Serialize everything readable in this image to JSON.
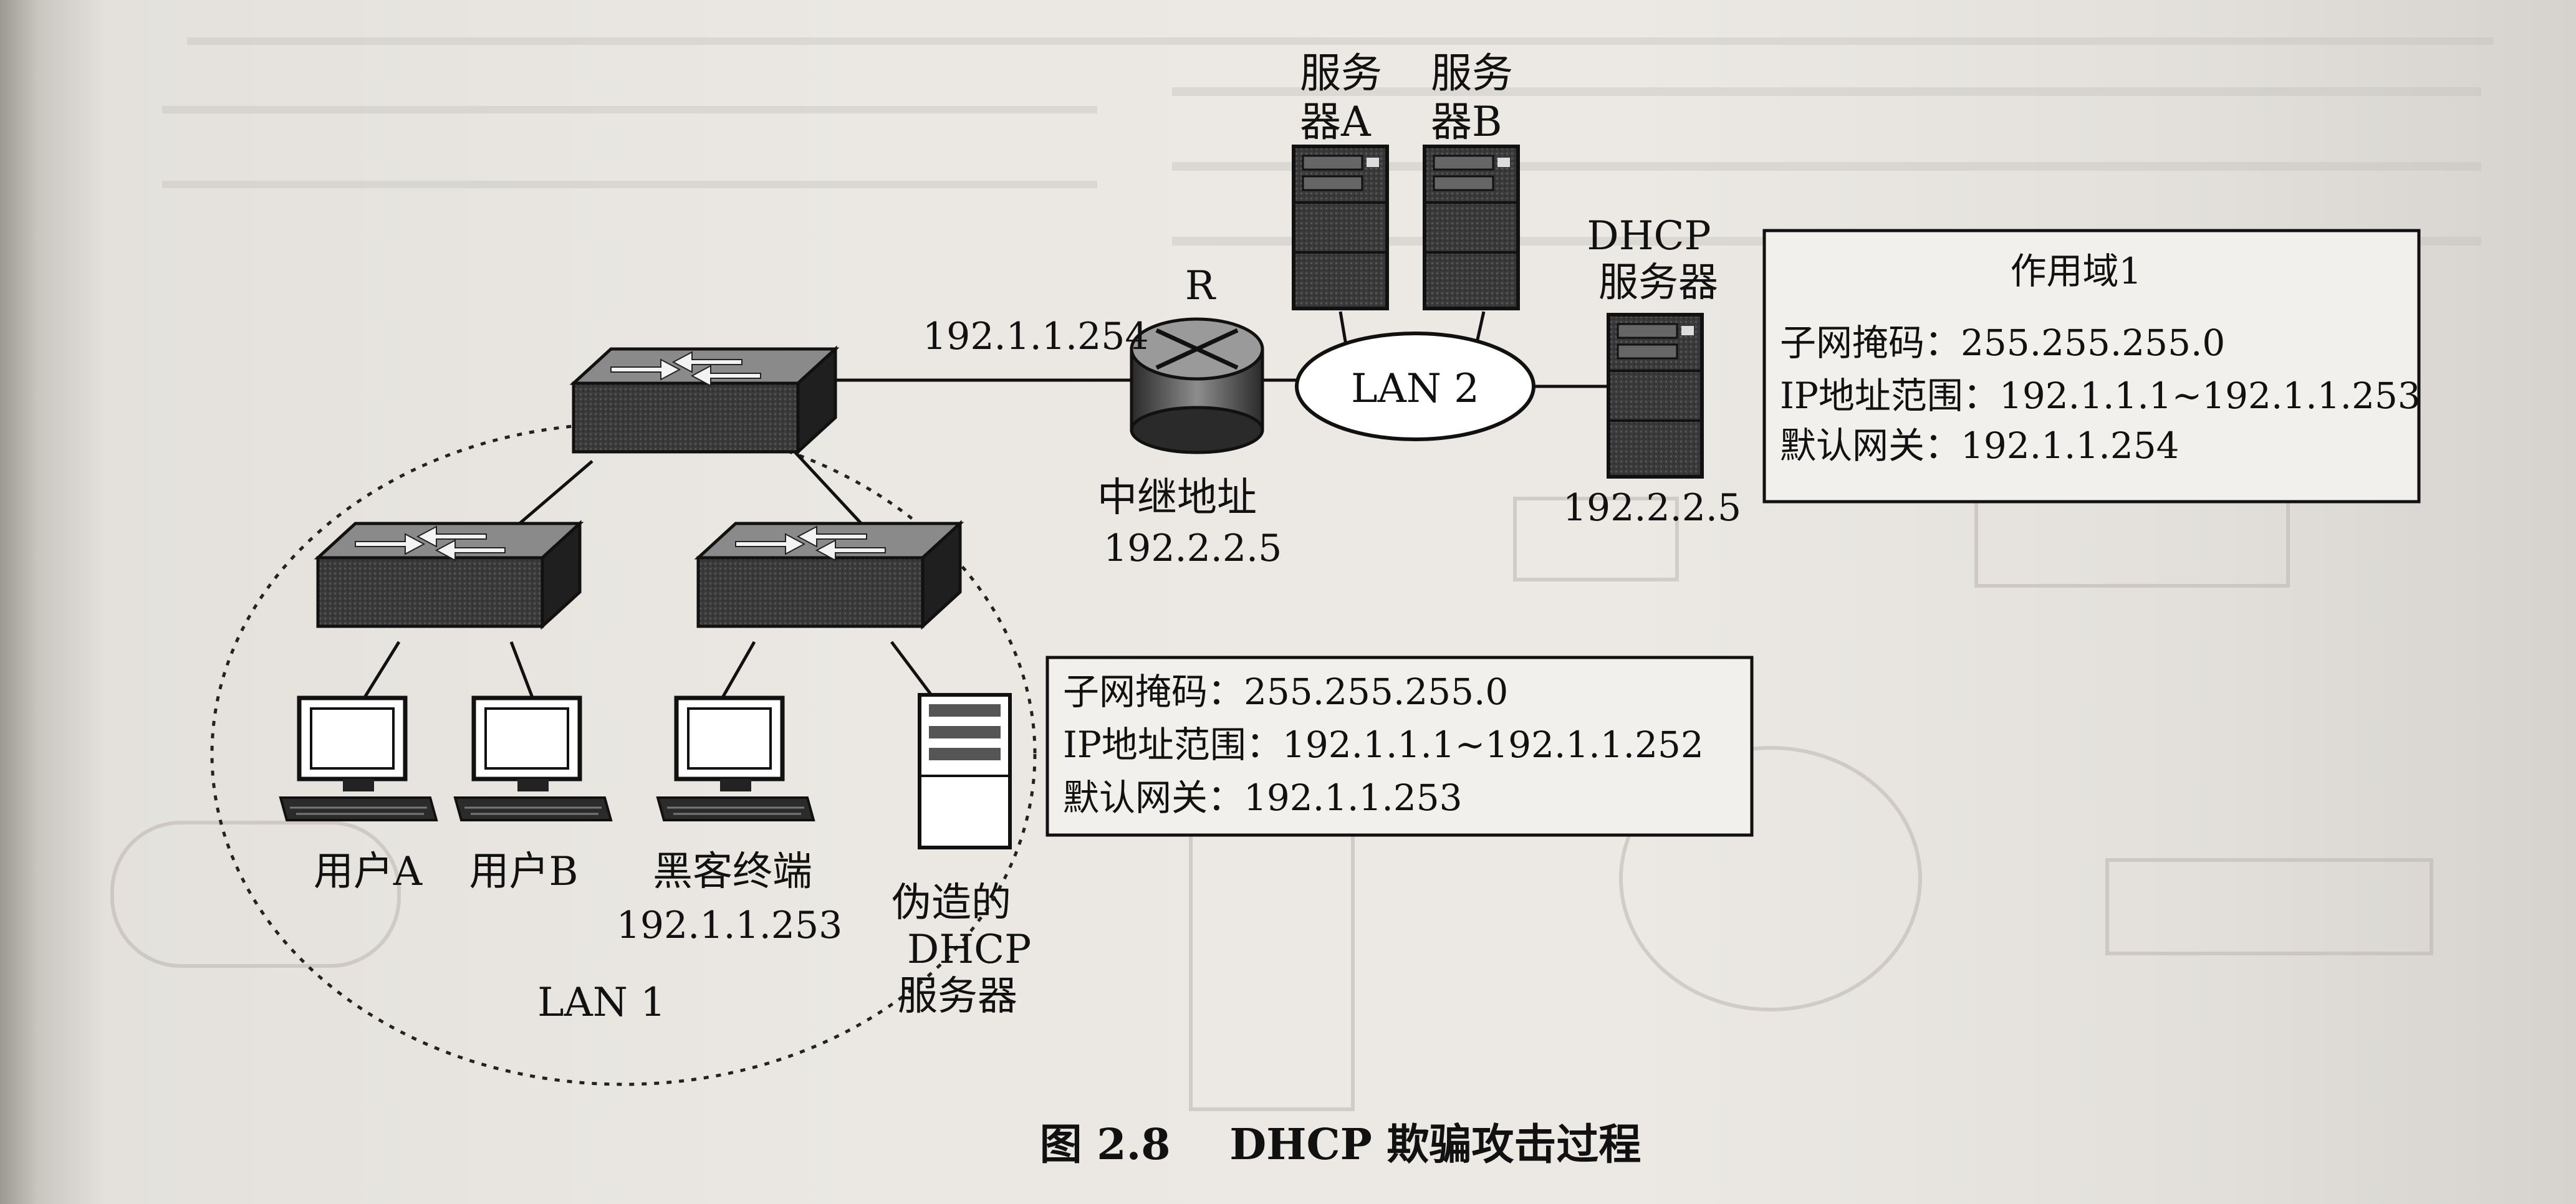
{
  "servers": {
    "a": "服务器A",
    "b": "服务器B"
  },
  "dhcp_server": {
    "label1": "DHCP",
    "label2": "服务器",
    "ip": "192.2.2.5"
  },
  "router": {
    "name": "R",
    "left_ip": "192.1.1.254",
    "relay_label": "中继地址",
    "relay_ip": "192.2.2.5"
  },
  "lan2": "LAN 2",
  "lan1": "LAN 1",
  "scope1": {
    "title": "作用域1",
    "mask": "子网掩码：255.255.255.0",
    "range": "IP地址范围：192.1.1.1~192.1.1.253",
    "gateway": "默认网关：192.1.1.254"
  },
  "rogue_box": {
    "mask": "子网掩码：255.255.255.0",
    "range": "IP地址范围：192.1.1.1~192.1.1.252",
    "gateway": "默认网关：192.1.1.253"
  },
  "hosts": {
    "user_a": "用户A",
    "user_b": "用户B",
    "hacker": "黑客终端",
    "hacker_ip": "192.1.1.253"
  },
  "fake_dhcp": {
    "line1": "伪造的",
    "line2": "DHCP",
    "line3": "服务器"
  },
  "caption": "图 2.8    DHCP 欺骗攻击过程"
}
